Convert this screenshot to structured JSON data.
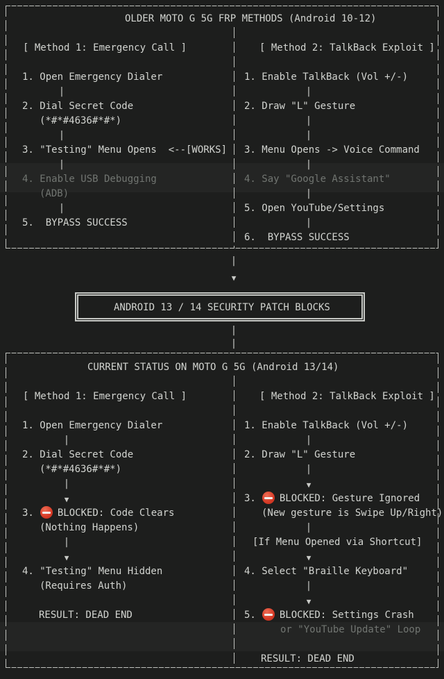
{
  "colors": {
    "background": "#1d1e1d",
    "text": "#d2d4d0",
    "dim_text": "#717571",
    "border": "#c0c2be",
    "blocked_red": "#d63a26"
  },
  "glyphs": {
    "connector": "|",
    "arrow_down": "▼"
  },
  "box1": {
    "title": "OLDER MOTO G 5G FRP METHODS (Android 10-12)",
    "left": {
      "header": "[ Method 1: Emergency Call ]",
      "step1": "1. Open Emergency Dialer",
      "step2": "2. Dial Secret Code",
      "step2_sub": "(*#*#4636#*#*)",
      "step3": "3. \"Testing\" Menu Opens  <--[WORKS]",
      "step4": "4. Enable USB Debugging",
      "step4_sub": "(ADB)",
      "step5": "5.  BYPASS SUCCESS"
    },
    "right": {
      "header": "[ Method 2: TalkBack Exploit ]",
      "step1": "1. Enable TalkBack (Vol +/-)",
      "step2": "2. Draw \"L\" Gesture",
      "step3": "3. Menu Opens -> Voice Command",
      "step4": "4. Say \"Google Assistant\"",
      "step5": "5. Open YouTube/Settings",
      "step6": "6.  BYPASS SUCCESS"
    }
  },
  "banner": {
    "title": "ANDROID 13 / 14 SECURITY PATCH BLOCKS"
  },
  "box2": {
    "title": "CURRENT STATUS ON MOTO G 5G (Android 13/14)",
    "left": {
      "header": "[ Method 1: Emergency Call ]",
      "step1": "1. Open Emergency Dialer",
      "step2": "2. Dial Secret Code",
      "step2_sub": "(*#*#4636#*#*)",
      "step3_num": "3.",
      "step3": "BLOCKED: Code Clears",
      "step3_sub": "(Nothing Happens)",
      "step4": "4. \"Testing\" Menu Hidden",
      "step4_sub": "(Requires Auth)",
      "result": "RESULT: DEAD END"
    },
    "right": {
      "header": "[ Method 2: TalkBack Exploit ]",
      "step1": "1. Enable TalkBack (Vol +/-)",
      "step2": "2. Draw \"L\" Gesture",
      "step3_num": "3.",
      "step3": "BLOCKED: Gesture Ignored",
      "step3_sub": "(New gesture is Swipe Up/Right)",
      "note": "[If Menu Opened via Shortcut]",
      "step4": "4. Select \"Braille Keyboard\"",
      "step5_num": "5.",
      "step5": "BLOCKED: Settings Crash",
      "step5_sub": "or \"YouTube Update\" Loop",
      "result": "RESULT: DEAD END"
    }
  }
}
